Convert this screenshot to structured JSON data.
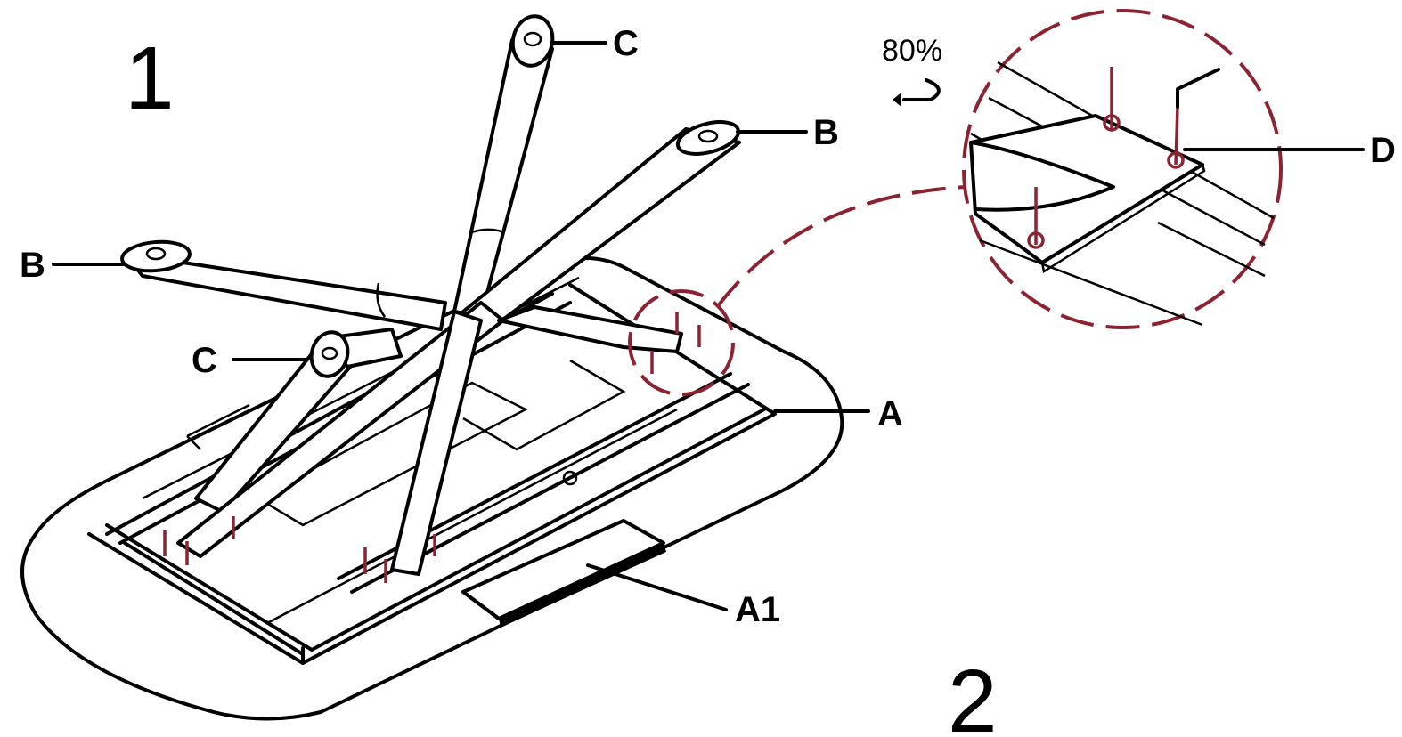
{
  "steps": {
    "first": "1",
    "second": "2"
  },
  "labels": {
    "a": "A",
    "a1": "A1",
    "b_right": "B",
    "b_left": "B",
    "c_top": "C",
    "c_left": "C",
    "d": "D"
  },
  "torque": {
    "value": "80%"
  },
  "colors": {
    "line": "#000000",
    "detail": "#8b2432",
    "background": "#ffffff"
  }
}
